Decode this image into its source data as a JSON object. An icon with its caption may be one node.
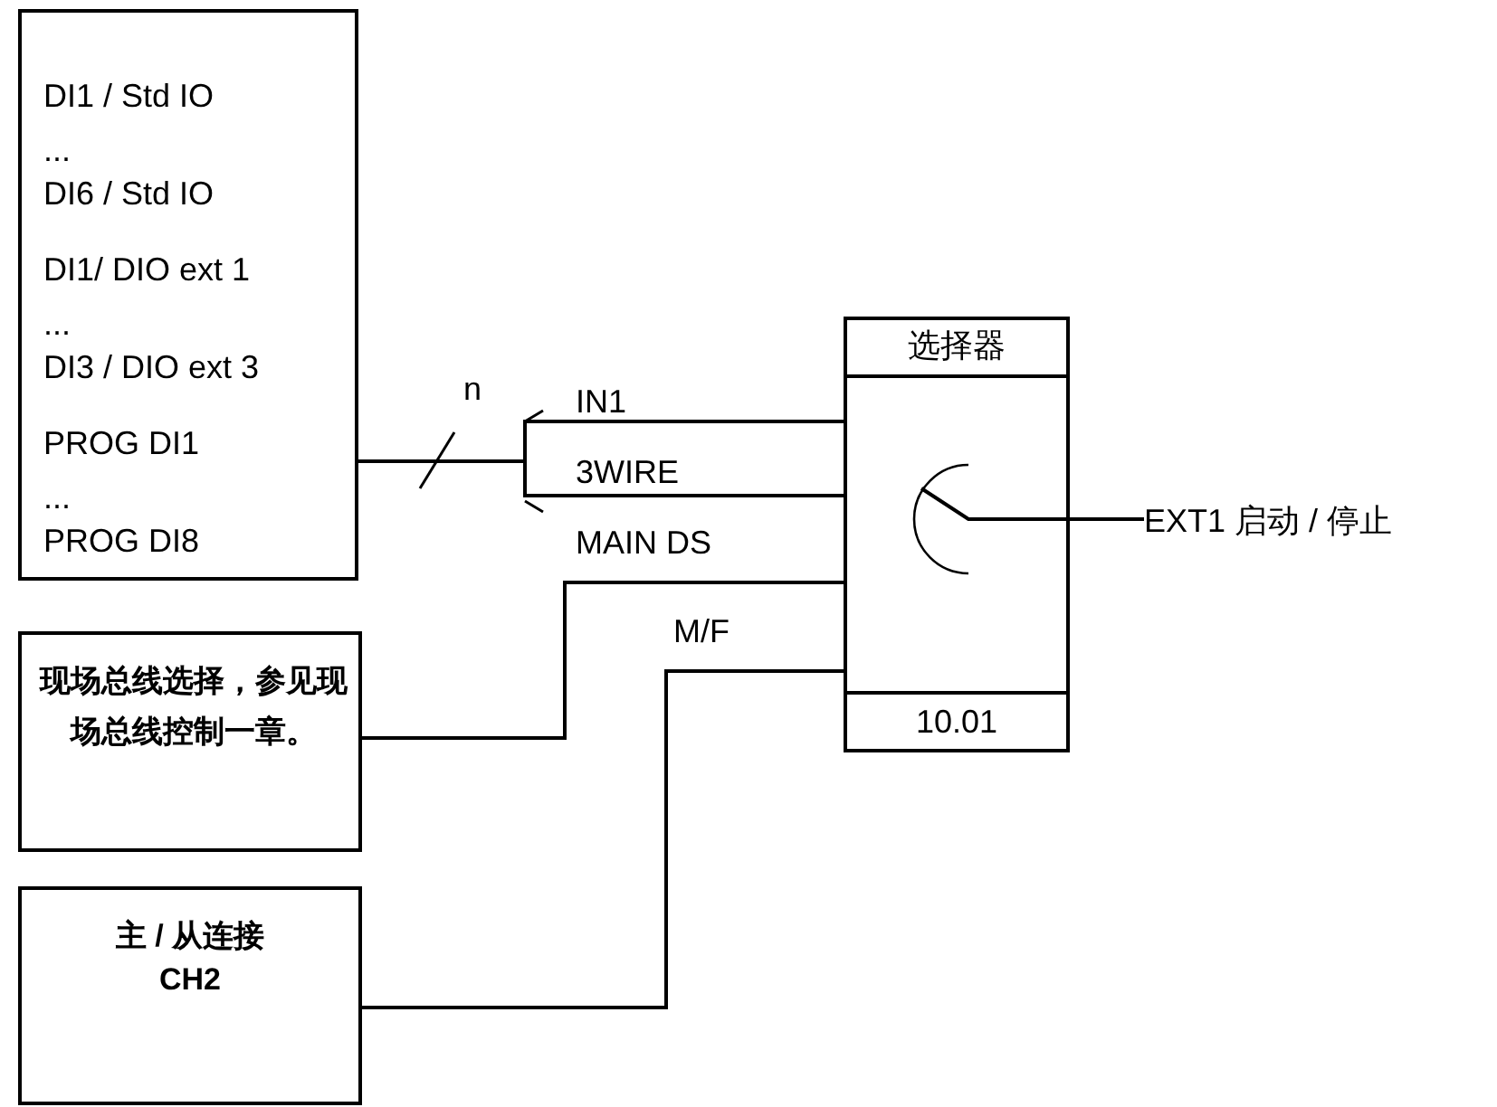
{
  "diagram": {
    "nodes": [
      {
        "text": [
          "DI1 / Std IO",
          "...",
          "DI6 / Std IO",
          "DI1/ DIO ext 1",
          "...",
          "DI3 / DIO ext 3",
          "PROG DI1",
          "...",
          "PROG DI8"
        ]
      },
      {
        "text": [
          "选择器",
          "10.01"
        ]
      },
      {
        "text": [
          "现场总线选择，参见现场总线控制一章。"
        ]
      },
      {
        "text": [
          "主 / 从连接",
          "CH2"
        ]
      },
      {
        "text": [
          "EXT1 启动 / 停止"
        ]
      }
    ],
    "edges": [
      {
        "from": 0,
        "to": 1,
        "arrow": "none",
        "label": "IN1"
      },
      {
        "from": 0,
        "to": 1,
        "arrow": "none",
        "label": "3WIRE"
      },
      {
        "from": 2,
        "to": 1,
        "arrow": "none",
        "label": "MAIN DS"
      },
      {
        "from": 3,
        "to": 1,
        "arrow": "none",
        "label": "M/F"
      },
      {
        "from": 1,
        "to": 4,
        "arrow": "none"
      }
    ],
    "labels": [
      "n"
    ]
  }
}
